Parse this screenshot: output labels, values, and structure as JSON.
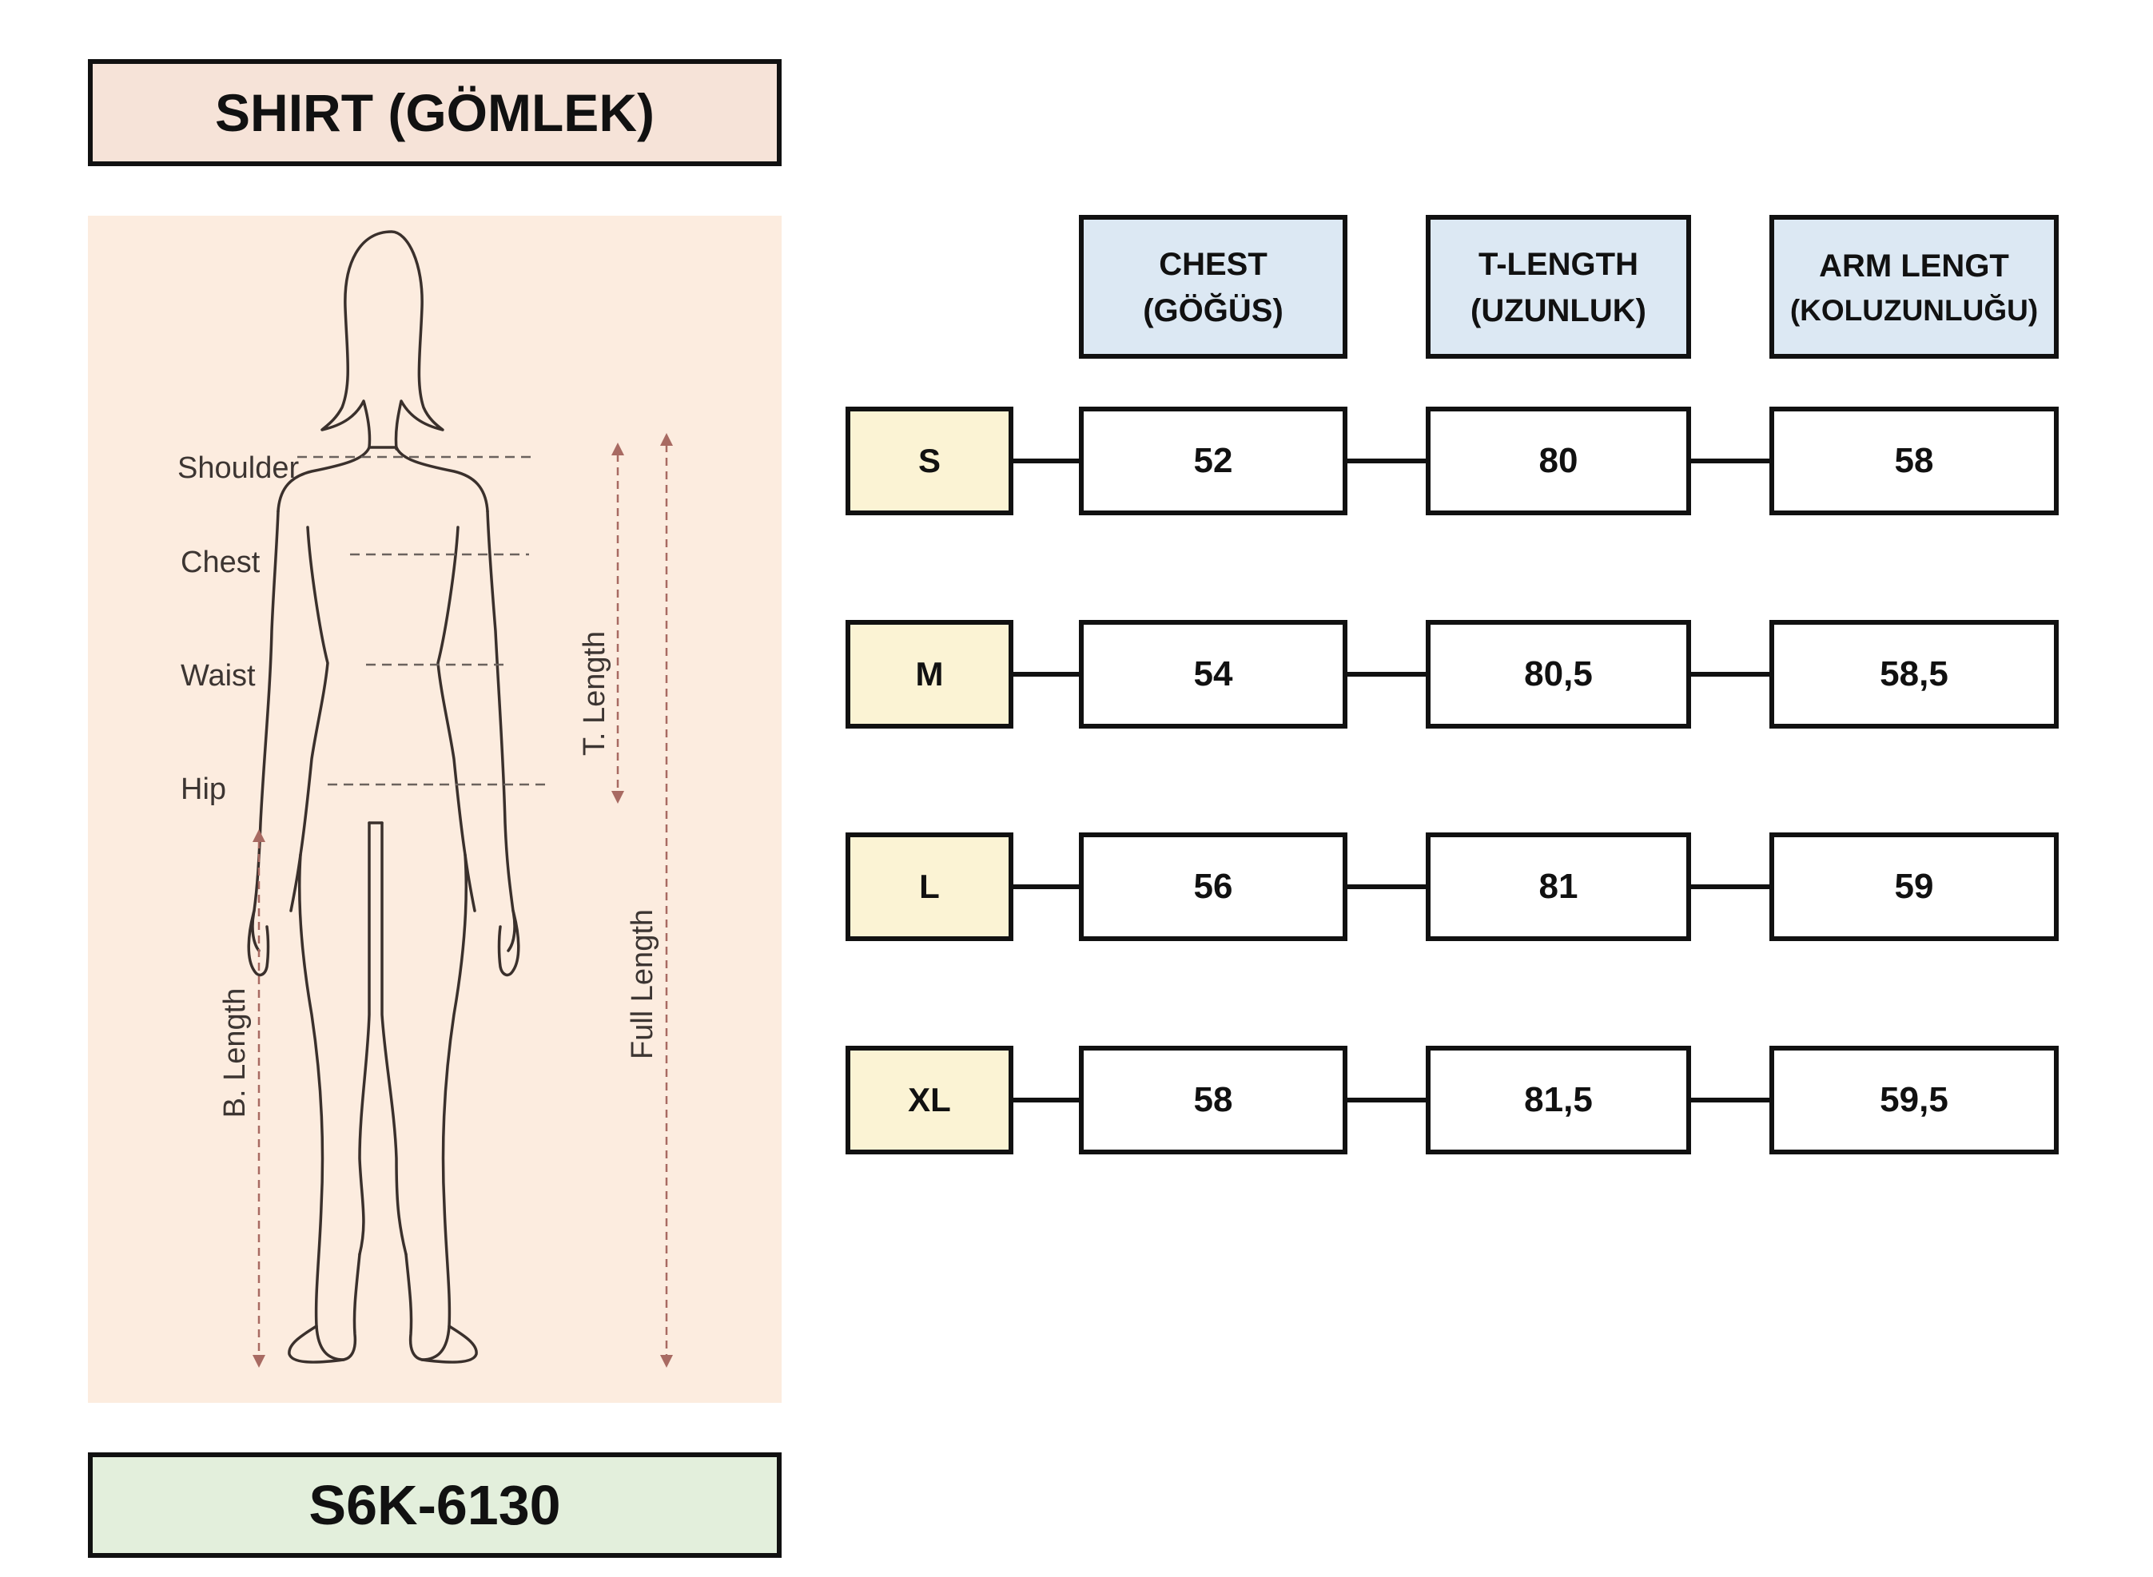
{
  "title": "SHIRT (GÖMLEK)",
  "product_code": "S6K-6130",
  "figure": {
    "labels": {
      "shoulder": "Shoulder",
      "chest": "Chest",
      "waist": "Waist",
      "hip": "Hip",
      "t_length": "T. Length",
      "full_length": "Full Length",
      "b_length": "B. Length"
    }
  },
  "table": {
    "columns": [
      {
        "line1": "CHEST",
        "line2": "(GÖĞÜS)"
      },
      {
        "line1": "T-LENGTH",
        "line2": "(UZUNLUK)"
      },
      {
        "line1": "ARM LENGT",
        "line2": "(KOLUZUNLUĞU)"
      }
    ],
    "rows": [
      {
        "size": "S",
        "values": [
          "52",
          "80",
          "58"
        ]
      },
      {
        "size": "M",
        "values": [
          "54",
          "80,5",
          "58,5"
        ]
      },
      {
        "size": "L",
        "values": [
          "56",
          "81",
          "59"
        ]
      },
      {
        "size": "XL",
        "values": [
          "58",
          "81,5",
          "59,5"
        ]
      }
    ]
  },
  "colors": {
    "title_bg": "#f6e3d8",
    "code_bg": "#e3efdc",
    "figure_bg": "#fcecdf",
    "header_bg": "#dce8f3",
    "size_bg": "#fbf3d4",
    "arrow": "#a86a62"
  }
}
